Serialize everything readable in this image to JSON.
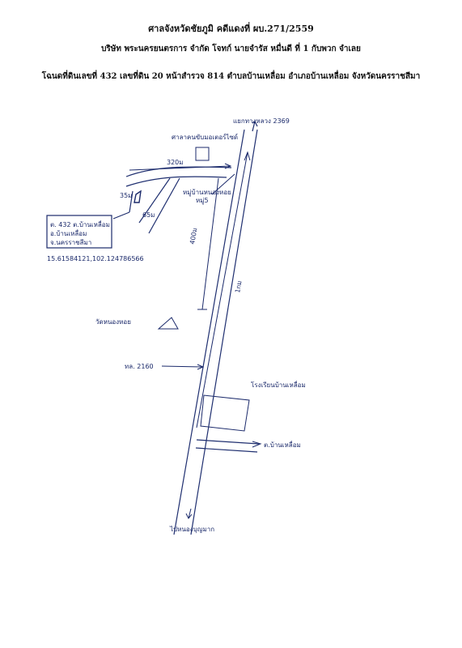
{
  "header": {
    "court": "ศาลจังหวัดชัยภูมิ คดีแดงที่ ผบ.271/2559",
    "parties": "บริษัท พระนครยนตรการ จำกัด โจทก์ นายจำรัส หมื่นดี ที่ 1 กับพวก จำเลย",
    "deed": "โฉนดที่ดินเลขที่ 432 เลขที่ดิน 20 หน้าสำรวจ 814 ตำบลบ้านเหลื่อม อำเภอบ้านเหลื่อม จังหวัดนครราชสีมา"
  },
  "map_labels": {
    "junction_top": "แยกทางหลวง 2369",
    "house_top": "ศาลาคนขับมอเตอร์ไซด์",
    "dist_320": "320ม",
    "village": "หมู่บ้านหนองหอย หมู่5",
    "dist_400": "400ม",
    "dist_1km": "1กม",
    "temple": "วัดหนองหอย",
    "highway": "ทล. 2160",
    "school": "โรงเรียนบ้านเหลื่อม",
    "to_right": "ต.บ้านเหลื่อม",
    "to_bottom": "ไปหนองบุญมาก",
    "plot_north": "35ม",
    "plot_east": "65ม",
    "coords": "15.61584121,102.124786566"
  },
  "legend_box": {
    "line1": "ต. 432 ต.บ้านเหลื่อม",
    "line2": "อ.บ้านเหลื่อม",
    "line3": "จ.นครราชสีมา"
  },
  "colors": {
    "ink": "#1b2a6b",
    "text": "#111111"
  }
}
